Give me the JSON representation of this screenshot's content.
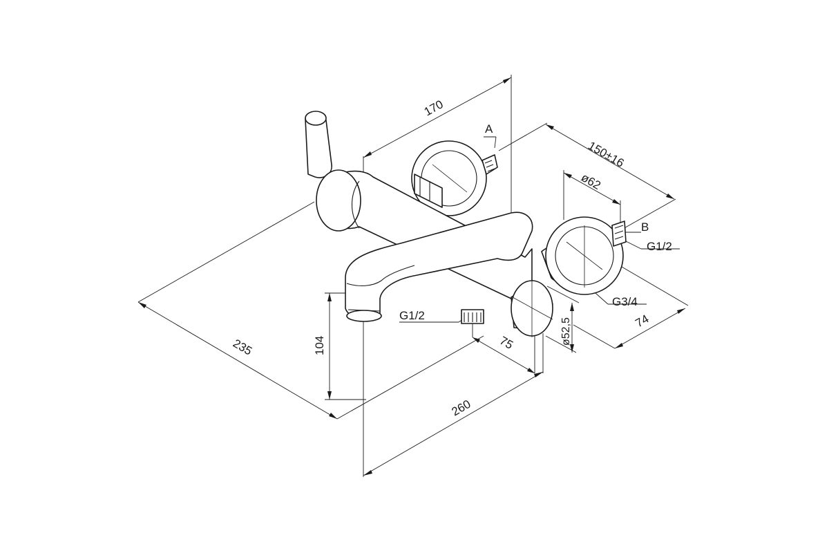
{
  "labels": {
    "width_top": "170",
    "letter_a": "A",
    "center_distance": "150±16",
    "escutcheon_diameter": "ø62",
    "letter_b": "B",
    "inlet_thread": "G1/2",
    "eccentric_thread": "G3/4",
    "depth_right": "74",
    "outlet_diameter": "ø52,5",
    "outlet_depth": "75",
    "shower_thread": "G1/2",
    "spout_height": "104",
    "overall_length": "235",
    "overall_width": "260"
  },
  "colors": {
    "line": "#1a1a1a",
    "background": "#ffffff"
  }
}
